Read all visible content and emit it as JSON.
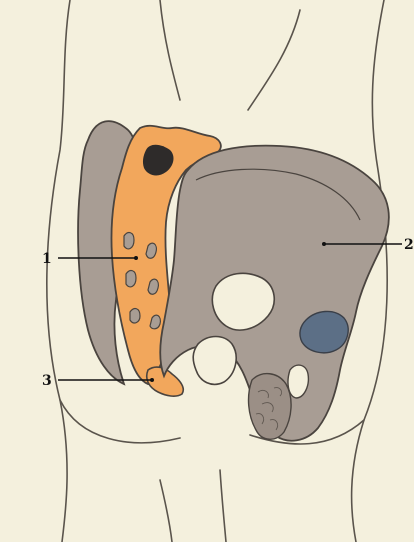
{
  "diagram": {
    "labels": [
      {
        "id": "1",
        "text": "1"
      },
      {
        "id": "2",
        "text": "2"
      },
      {
        "id": "3",
        "text": "3"
      }
    ]
  },
  "colors": {
    "background": "#f4f0dd",
    "outline": "#4a443f",
    "hip_bone": "#a89d94",
    "sacrum": "#f2a75c",
    "foramen_dark": "#2e2b2a",
    "obturator_blue": "#5c6f86",
    "leader_line": "#111111"
  }
}
